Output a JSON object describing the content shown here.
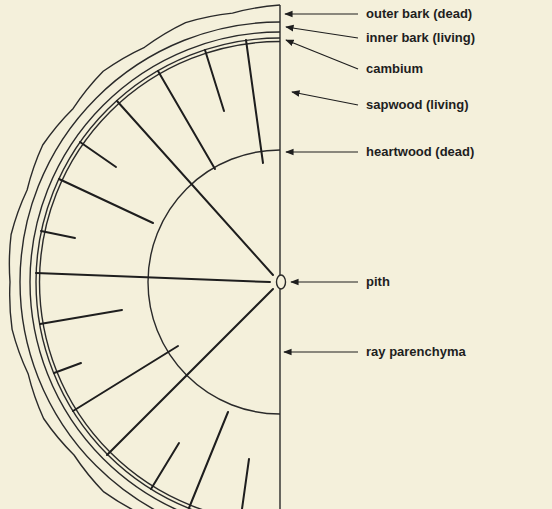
{
  "diagram": {
    "labels": [
      "outer bark (dead)",
      "inner bark (living)",
      "cambium",
      "sapwood (living)",
      "heartwood (dead)",
      "pith",
      "ray parenchyma"
    ]
  }
}
